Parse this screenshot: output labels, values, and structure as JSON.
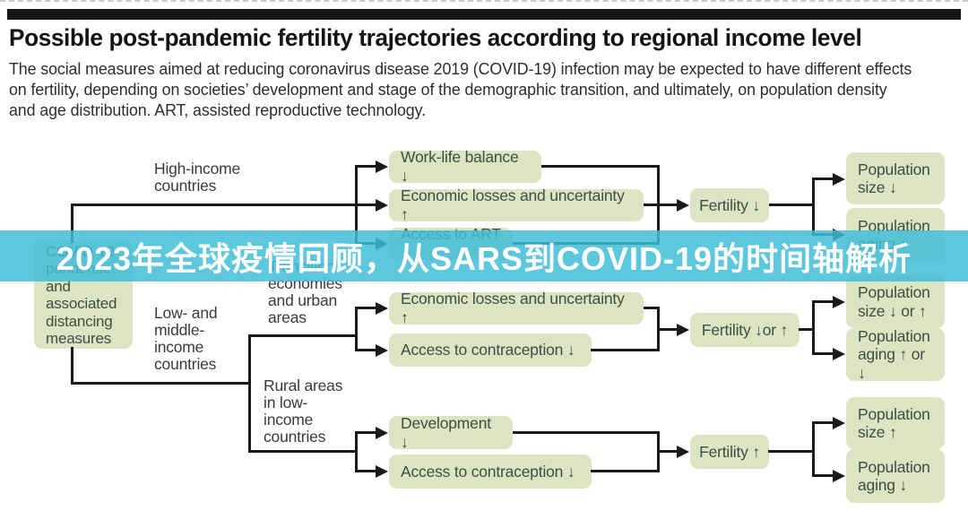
{
  "header": {
    "title": "Possible post-pandemic fertility trajectories according to regional income level",
    "subtitle": "The social measures aimed at reducing coronavirus disease 2019 (COVID-19) infection may be expected to have different effects\non fertility, depending on societies’ development and stage of the demographic transition, and ultimately, on population density\nand age distribution. ART, assisted reproductive technology."
  },
  "overlay": {
    "text": "2023年全球疫情回顾，从SARS到COVID-19的时间轴解析",
    "band_color": "#3fbdd7",
    "text_color": "#ffffff"
  },
  "diagram": {
    "root_label": "COVID-19\npandemic and\nassociated\ndistancing\nmeasures",
    "branch_labels": {
      "high_income": "High-income\ncountries",
      "transition": "Transition\neconomies\nand urban\nareas",
      "low_middle": "Low- and\nmiddle-\nincome\ncountries",
      "rural": "Rural areas\nin low-\nincome\ncountries"
    },
    "factors": [
      "Work-life balance ↓",
      "Economic losses and uncertainty ↑",
      "Access to ART ↓",
      "Economic losses and uncertainty ↑",
      "Access to contraception ↓",
      "Development ↓",
      "Access to contraception ↓"
    ],
    "fertility": [
      "Fertility ↓",
      "Fertility ↓or ↑",
      "Fertility ↑"
    ],
    "outcomes": [
      "Population\nsize ↓",
      "Population\naging ↑",
      "Population\nsize ↓ or ↑",
      "Population\naging ↑ or ↓",
      "Population\nsize ↑",
      "Population\naging ↓"
    ]
  },
  "colors": {
    "node_fill": "#dde4c3",
    "node_text": "#414d40",
    "connector": "#1a1a1a",
    "top_rule": "#161616"
  }
}
